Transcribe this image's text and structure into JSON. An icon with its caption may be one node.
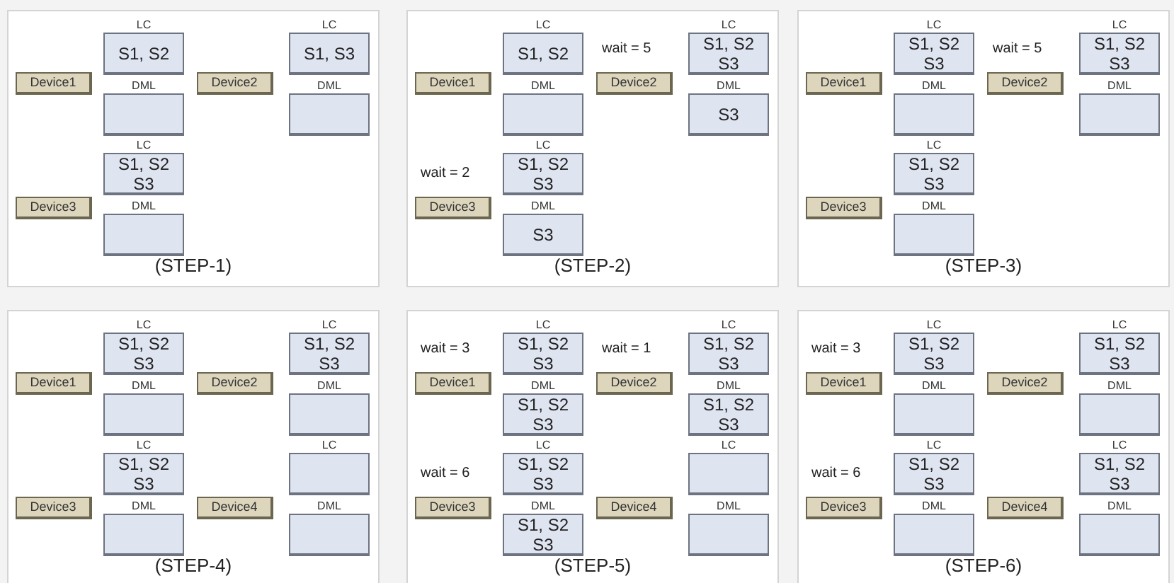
{
  "diagram": {
    "nodes": [
      {
        "text": [
          "(STEP-1)"
        ]
      },
      {
        "text": [
          "Device1"
        ],
        "in": 0
      },
      {
        "text": [
          "LC",
          "S1, S2"
        ],
        "in": 0
      },
      {
        "text": [
          "DML"
        ],
        "in": 0
      },
      {
        "text": [
          "Device2"
        ],
        "in": 0
      },
      {
        "text": [
          "LC",
          "S1, S3"
        ],
        "in": 0
      },
      {
        "text": [
          "DML"
        ],
        "in": 0
      },
      {
        "text": [
          "Device3"
        ],
        "in": 0
      },
      {
        "text": [
          "LC",
          "S1, S2 S3"
        ],
        "in": 0
      },
      {
        "text": [
          "DML"
        ],
        "in": 0
      },
      {
        "text": [
          "(STEP-2)"
        ]
      },
      {
        "text": [
          "Device1"
        ],
        "in": 10
      },
      {
        "text": [
          "LC",
          "S1, S2"
        ],
        "in": 10
      },
      {
        "text": [
          "DML"
        ],
        "in": 10
      },
      {
        "text": [
          "Device2"
        ],
        "in": 10,
        "beside": [
          "wait = 5"
        ]
      },
      {
        "text": [
          "LC",
          "S1, S2 S3"
        ],
        "in": 10
      },
      {
        "text": [
          "DML",
          "S3"
        ],
        "in": 10
      },
      {
        "text": [
          "Device3"
        ],
        "in": 10,
        "beside": [
          "wait = 2"
        ]
      },
      {
        "text": [
          "LC",
          "S1, S2 S3"
        ],
        "in": 10
      },
      {
        "text": [
          "DML",
          "S3"
        ],
        "in": 10
      },
      {
        "text": [
          "(STEP-3)"
        ]
      },
      {
        "text": [
          "Device1"
        ],
        "in": 20
      },
      {
        "text": [
          "LC",
          "S1, S2 S3"
        ],
        "in": 20
      },
      {
        "text": [
          "DML"
        ],
        "in": 20
      },
      {
        "text": [
          "Device2"
        ],
        "in": 20,
        "beside": [
          "wait = 5"
        ]
      },
      {
        "text": [
          "LC",
          "S1, S2 S3"
        ],
        "in": 20
      },
      {
        "text": [
          "DML"
        ],
        "in": 20
      },
      {
        "text": [
          "Device3"
        ],
        "in": 20
      },
      {
        "text": [
          "LC",
          "S1, S2 S3"
        ],
        "in": 20
      },
      {
        "text": [
          "DML"
        ],
        "in": 20
      },
      {
        "text": [
          "(STEP-4)"
        ]
      },
      {
        "text": [
          "Device1"
        ],
        "in": 30
      },
      {
        "text": [
          "LC",
          "S1, S2 S3"
        ],
        "in": 30
      },
      {
        "text": [
          "DML"
        ],
        "in": 30
      },
      {
        "text": [
          "Device2"
        ],
        "in": 30
      },
      {
        "text": [
          "LC",
          "S1, S2 S3"
        ],
        "in": 30
      },
      {
        "text": [
          "DML"
        ],
        "in": 30
      },
      {
        "text": [
          "Device3"
        ],
        "in": 30
      },
      {
        "text": [
          "LC",
          "S1, S2 S3"
        ],
        "in": 30
      },
      {
        "text": [
          "DML"
        ],
        "in": 30
      },
      {
        "text": [
          "Device4"
        ],
        "in": 30
      },
      {
        "text": [
          "LC"
        ],
        "in": 30
      },
      {
        "text": [
          "DML"
        ],
        "in": 30
      },
      {
        "text": [
          "(STEP-5)"
        ]
      },
      {
        "text": [
          "Device1"
        ],
        "in": 43,
        "beside": [
          "wait = 3"
        ]
      },
      {
        "text": [
          "LC",
          "S1, S2 S3"
        ],
        "in": 43
      },
      {
        "text": [
          "DML",
          "S1, S2 S3"
        ],
        "in": 43
      },
      {
        "text": [
          "Device2"
        ],
        "in": 43,
        "beside": [
          "wait = 1"
        ]
      },
      {
        "text": [
          "LC",
          "S1, S2 S3"
        ],
        "in": 43
      },
      {
        "text": [
          "DML",
          "S1, S2 S3"
        ],
        "in": 43
      },
      {
        "text": [
          "Device3"
        ],
        "in": 43,
        "beside": [
          "wait = 6"
        ]
      },
      {
        "text": [
          "LC",
          "S1, S2 S3"
        ],
        "in": 43
      },
      {
        "text": [
          "DML",
          "S1, S2 S3"
        ],
        "in": 43
      },
      {
        "text": [
          "Device4"
        ],
        "in": 43
      },
      {
        "text": [
          "LC"
        ],
        "in": 43
      },
      {
        "text": [
          "DML"
        ],
        "in": 43
      },
      {
        "text": [
          "(STEP-6)"
        ]
      },
      {
        "text": [
          "Device1"
        ],
        "in": 56,
        "beside": [
          "wait = 3"
        ]
      },
      {
        "text": [
          "LC",
          "S1, S2 S3"
        ],
        "in": 56
      },
      {
        "text": [
          "DML"
        ],
        "in": 56
      },
      {
        "text": [
          "Device2"
        ],
        "in": 56
      },
      {
        "text": [
          "LC",
          "S1, S2 S3"
        ],
        "in": 56
      },
      {
        "text": [
          "DML"
        ],
        "in": 56
      },
      {
        "text": [
          "Device3"
        ],
        "in": 56,
        "beside": [
          "wait = 6"
        ]
      },
      {
        "text": [
          "LC",
          "S1, S2 S3"
        ],
        "in": 56
      },
      {
        "text": [
          "DML"
        ],
        "in": 56
      },
      {
        "text": [
          "Device4"
        ],
        "in": 56
      },
      {
        "text": [
          "LC",
          "S1, S2 S3"
        ],
        "in": 56
      },
      {
        "text": [
          "DML"
        ],
        "in": 56
      }
    ]
  }
}
